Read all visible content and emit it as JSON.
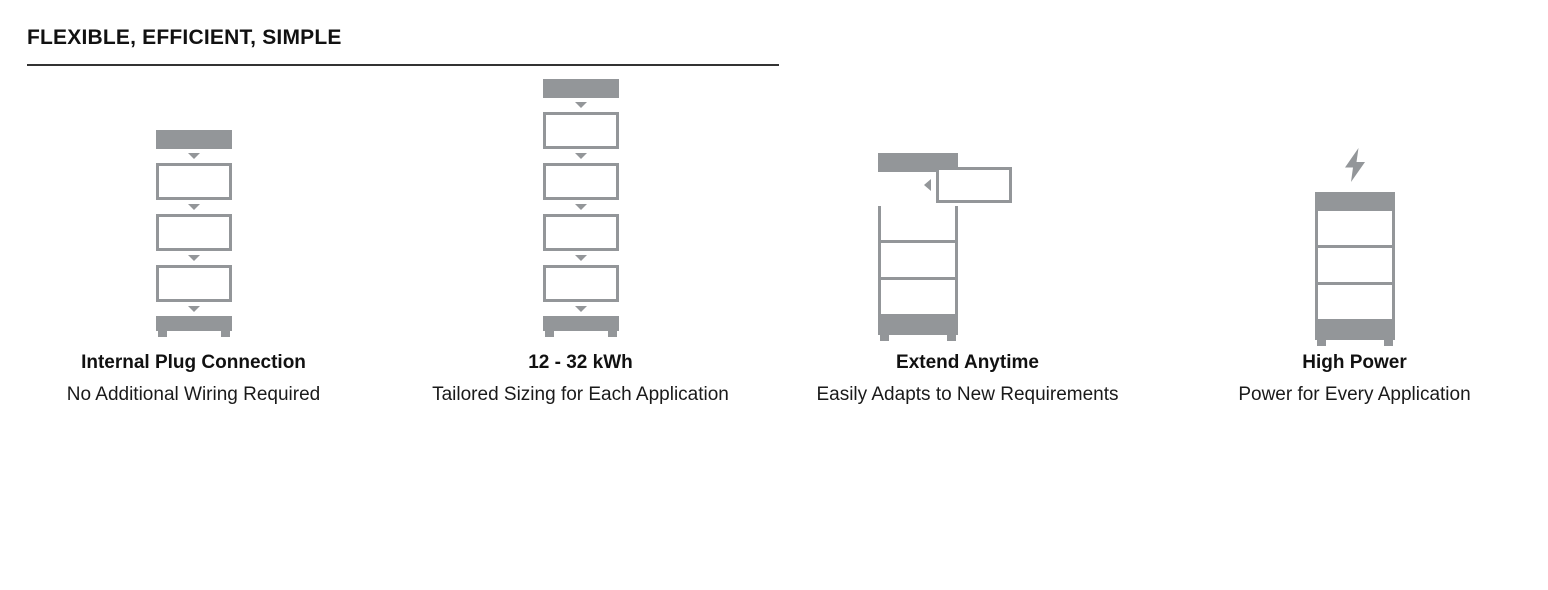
{
  "header": {
    "title": "FLEXIBLE, EFFICIENT, SIMPLE",
    "rule_color": "#333333"
  },
  "theme": {
    "icon_gray": "#939699",
    "text_color": "#1a1a1a",
    "background": "#ffffff"
  },
  "features": [
    {
      "id": "internal-plug-connection",
      "title": "Internal Plug Connection",
      "subtitle": "No Additional Wiring Required",
      "icon": "battery-stack-exploded-3-modules",
      "modules": 3
    },
    {
      "id": "capacity-range",
      "title": "12 - 32 kWh",
      "subtitle": "Tailored Sizing for Each Application",
      "icon": "battery-stack-exploded-4-modules",
      "modules": 4
    },
    {
      "id": "extend-anytime",
      "title": "Extend Anytime",
      "subtitle": "Easily Adapts to New Requirements",
      "icon": "battery-stack-with-detached-module",
      "modules": 3
    },
    {
      "id": "high-power",
      "title": "High Power",
      "subtitle": "Power for Every Application",
      "icon": "battery-stack-with-lightning-bolt",
      "modules": 3
    }
  ]
}
